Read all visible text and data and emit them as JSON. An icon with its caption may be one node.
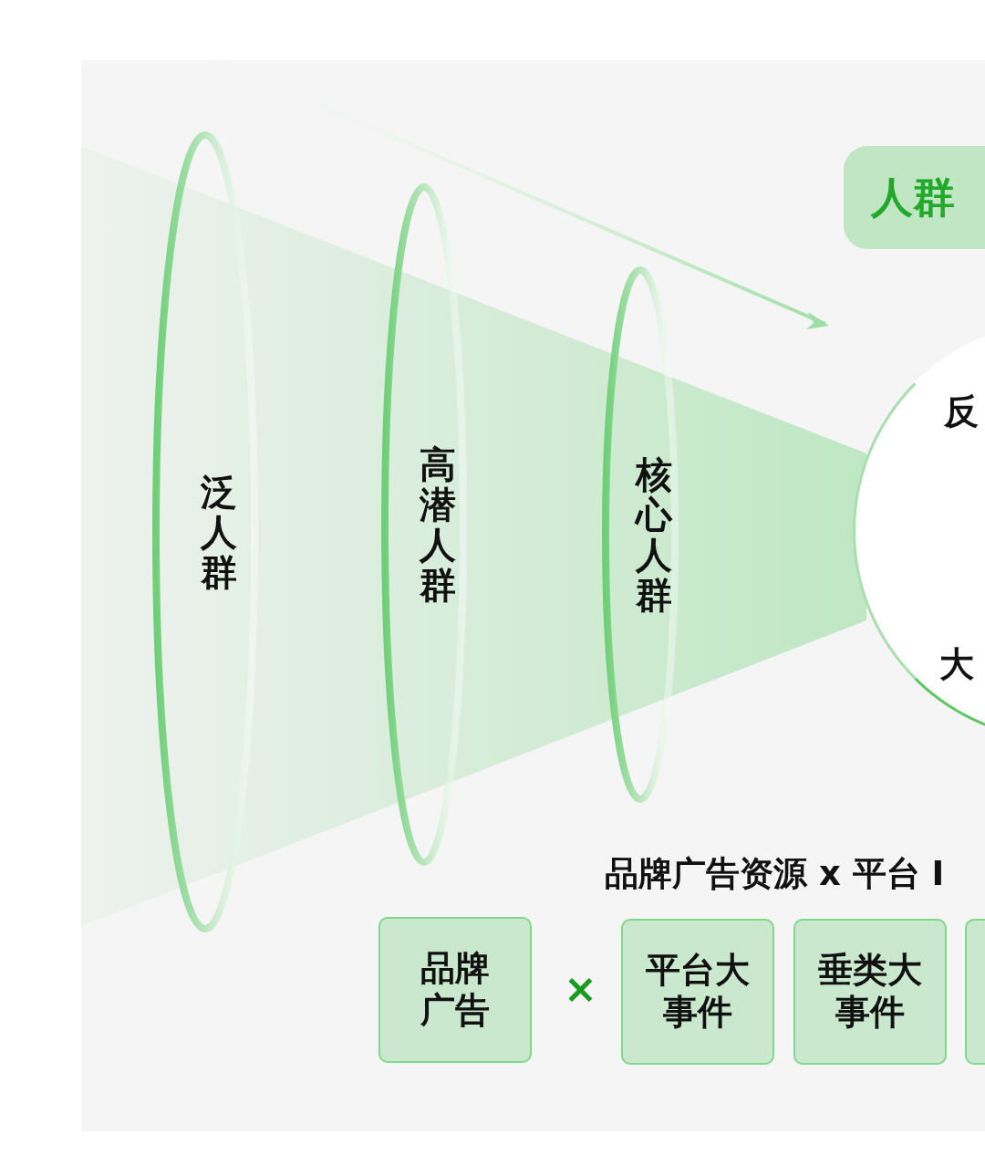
{
  "diagram": {
    "nodes": [
      {
        "text": [
          "泛人群"
        ]
      },
      {
        "text": [
          "高潜人群"
        ]
      },
      {
        "text": [
          "核心人群"
        ]
      },
      {
        "text": [
          "人群"
        ]
      },
      {
        "text": [
          "反",
          "大"
        ]
      },
      {
        "text": [
          "品牌广告"
        ]
      },
      {
        "text": [
          "平台大事件"
        ]
      },
      {
        "text": [
          "垂类大事件"
        ]
      },
      {
        "text": [],
        "shape": "box"
      }
    ],
    "edges": [],
    "labels": [
      "品牌广告资源 x 平台 I",
      "×"
    ]
  }
}
